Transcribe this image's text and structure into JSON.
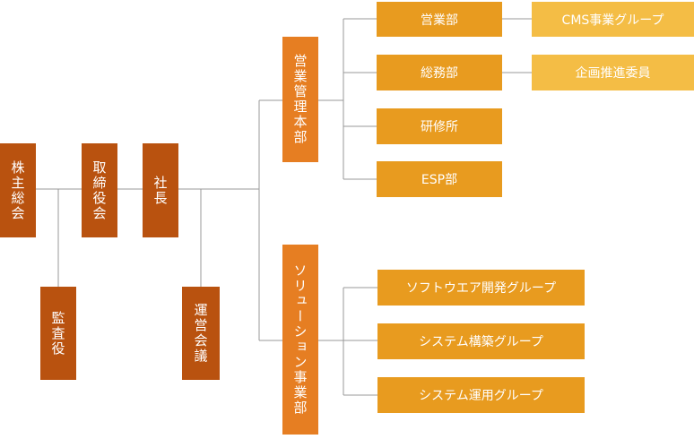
{
  "colors": {
    "top_level": "#b9520f",
    "division": "#e67e22",
    "department": "#e89b1f",
    "group": "#f4bd45",
    "line": "#999999"
  },
  "org": {
    "shareholders_meeting": "株主総会",
    "auditor": "監査役",
    "board": "取締役会",
    "president": "社長",
    "management_meeting": "運営会議",
    "sales_division": {
      "label": "営業管理本部",
      "departments": [
        {
          "label": "営業部",
          "group": "CMS事業グループ"
        },
        {
          "label": "総務部",
          "group": "企画推進委員"
        },
        {
          "label": "研修所"
        },
        {
          "label": "ESP部"
        }
      ]
    },
    "solution_division": {
      "label": "ソリューション事業部",
      "groups": [
        "ソフトウエア開発グループ",
        "システム構築グループ",
        "システム運用グループ"
      ]
    }
  }
}
